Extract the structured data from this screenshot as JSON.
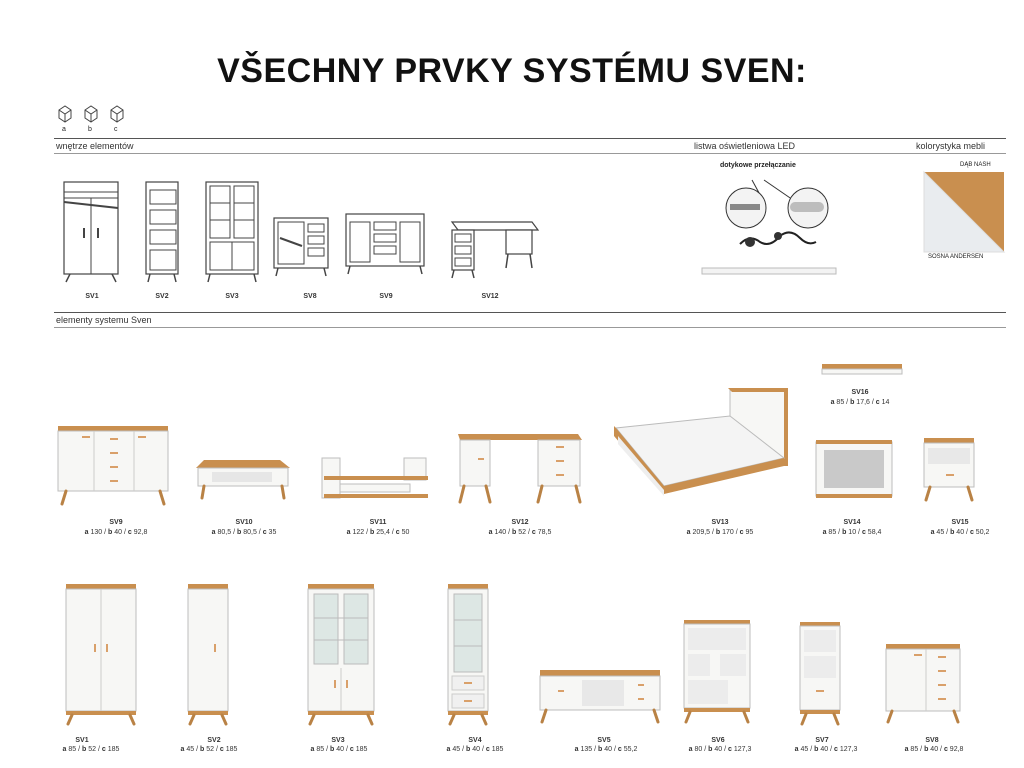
{
  "title": "VŠECHNY PRVKY SYSTÉMU SVEN:",
  "legend_cubes": [
    "a",
    "b",
    "c"
  ],
  "sections": {
    "interior": "wnętrze elementów",
    "led": "listwa oświetleniowa LED",
    "colors": "kolorystyka mebli",
    "elements": "elementy systemu Sven"
  },
  "led_label": "dotykowe przełączanie",
  "color_names": {
    "top": "DĄB NASH",
    "bottom": "SOSNA ANDERSEN"
  },
  "colors": {
    "oak": "#c98f4f",
    "white": "#f7f7f5"
  },
  "interior_codes": [
    "SV1",
    "SV2",
    "SV3",
    "SV8",
    "SV9",
    "SV12"
  ],
  "products": [
    {
      "code": "SV9",
      "a": "130",
      "b": "40",
      "c": "92,8"
    },
    {
      "code": "SV10",
      "a": "80,5",
      "b": "80,5",
      "c": "35"
    },
    {
      "code": "SV11",
      "a": "122",
      "b": "25,4",
      "c": "50"
    },
    {
      "code": "SV12",
      "a": "140",
      "b": "52",
      "c": "78,5"
    },
    {
      "code": "SV13",
      "a": "209,5",
      "b": "170",
      "c": "95"
    },
    {
      "code": "SV14",
      "a": "85",
      "b": "10",
      "c": "58,4"
    },
    {
      "code": "SV15",
      "a": "45",
      "b": "40",
      "c": "50,2"
    },
    {
      "code": "SV16",
      "a": "85",
      "b": "17,6",
      "c": "14"
    },
    {
      "code": "SV1",
      "a": "85",
      "b": "52",
      "c": "185"
    },
    {
      "code": "SV2",
      "a": "45",
      "b": "52",
      "c": "185"
    },
    {
      "code": "SV3",
      "a": "85",
      "b": "40",
      "c": "185"
    },
    {
      "code": "SV4",
      "a": "45",
      "b": "40",
      "c": "185"
    },
    {
      "code": "SV5",
      "a": "135",
      "b": "40",
      "c": "55,2"
    },
    {
      "code": "SV6",
      "a": "80",
      "b": "40",
      "c": "127,3"
    },
    {
      "code": "SV7",
      "a": "45",
      "b": "40",
      "c": "127,3"
    },
    {
      "code": "SV8",
      "a": "85",
      "b": "40",
      "c": "92,8"
    }
  ]
}
